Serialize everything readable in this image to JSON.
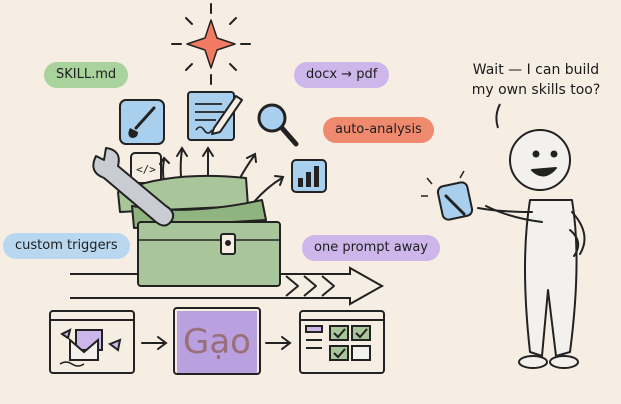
{
  "labels": {
    "skill": "SKILL.md",
    "docx": "docx → pdf",
    "analysis": "auto-analysis",
    "triggers": "custom triggers",
    "prompt": "one prompt away"
  },
  "speech": {
    "line1": "Wait — I can build",
    "line2": "my own skills too?"
  },
  "code_icon_text": "</>",
  "watermark_text": "Gạo",
  "colors": {
    "background": "#f6eee3",
    "green_pill": "#a9d39c",
    "purple_pill": "#cdb6ea",
    "orange_pill": "#f08a6e",
    "blue_pill": "#b9d7ef",
    "toolbox": "#a9c69a",
    "icon_tile": "#a8cfee",
    "sparkle": "#f07a62"
  }
}
